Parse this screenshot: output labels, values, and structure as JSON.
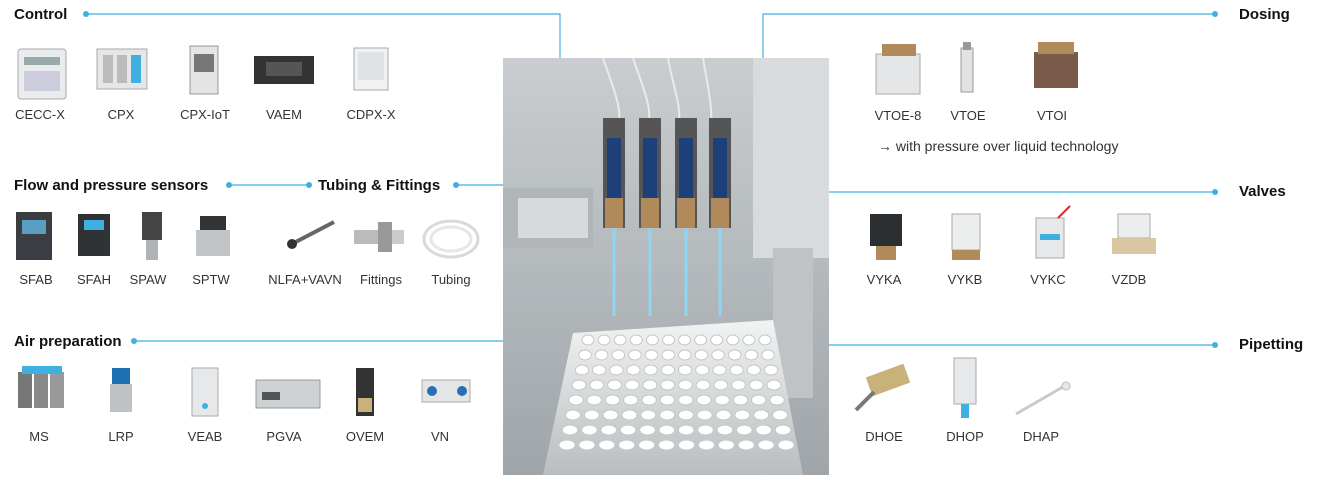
{
  "control": {
    "heading": "Control",
    "items": [
      "CECC-X",
      "CPX",
      "CPX-IoT",
      "VAEM",
      "CDPX-X"
    ]
  },
  "flow_sensors": {
    "heading": "Flow and pressure sensors",
    "items": [
      "SFAB",
      "SFAH",
      "SPAW",
      "SPTW"
    ]
  },
  "tubing": {
    "heading": "Tubing & Fittings",
    "items": [
      "NLFA+VAVN",
      "Fittings",
      "Tubing"
    ]
  },
  "air_prep": {
    "heading": "Air preparation",
    "items": [
      "MS",
      "LRP",
      "VEAB",
      "PGVA",
      "OVEM",
      "VN"
    ]
  },
  "dosing": {
    "heading": "Dosing",
    "items": [
      "VTOE-8",
      "VTOE",
      "VTOI"
    ],
    "note": "→ with pressure over liquid technology"
  },
  "valves": {
    "heading": "Valves",
    "items": [
      "VYKA",
      "VYKB",
      "VYKC",
      "VZDB"
    ]
  },
  "pipetting": {
    "heading": "Pipetting",
    "items": [
      "DHOE",
      "DHOP",
      "DHAP"
    ]
  },
  "colors": {
    "accent": "#3fb0e0",
    "photo_bg": "#cfd3d6"
  }
}
